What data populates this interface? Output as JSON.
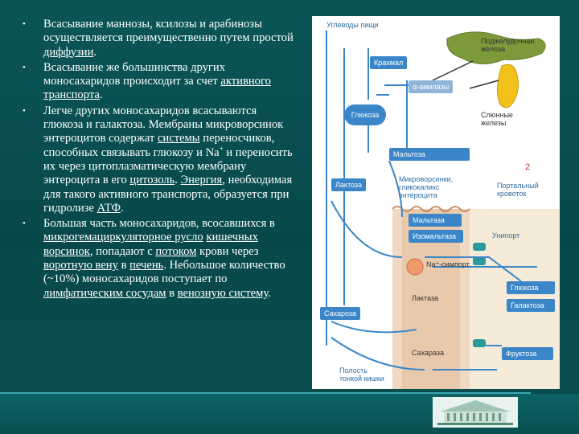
{
  "bullets": [
    {
      "parts": [
        {
          "text": "Всасывание маннозы, ксилозы и арабинозы осуществляется преимущественно путем простой ",
          "link": false
        },
        {
          "text": "диффузии",
          "link": true
        },
        {
          "text": ".",
          "link": false
        }
      ]
    },
    {
      "parts": [
        {
          "text": "Всасывание же большинства других моносахаридов происходит за счет ",
          "link": false
        },
        {
          "text": "активного транспорта",
          "link": true
        },
        {
          "text": ".",
          "link": false
        }
      ]
    },
    {
      "parts": [
        {
          "text": "Легче других моносахаридов всасываются глюкоза и галактоза. Мембраны микроворсинок энтероцитов содержат ",
          "link": false
        },
        {
          "text": "системы",
          "link": true
        },
        {
          "text": " переносчиков, способных связывать глюкозу и Na",
          "link": false
        },
        {
          "text": "+",
          "sup": true
        },
        {
          "text": " и переносить их через цитоплазматическую мембрану энтероцита в его ",
          "link": false
        },
        {
          "text": "цитозоль",
          "link": true
        },
        {
          "text": ". ",
          "link": false
        },
        {
          "text": "Энергия",
          "link": true
        },
        {
          "text": ", необходимая для такого активного транспорта, образуется при гидролизе ",
          "link": false
        },
        {
          "text": "АТФ",
          "link": true
        },
        {
          "text": ".",
          "link": false
        }
      ]
    },
    {
      "parts": [
        {
          "text": "Большая часть моносахаридов, всосавшихся в ",
          "link": false
        },
        {
          "text": "микрогемациркуляторное русло",
          "link": true
        },
        {
          "text": " ",
          "link": false
        },
        {
          "text": "кишечных ворсинок",
          "link": true
        },
        {
          "text": ", попадают с ",
          "link": false
        },
        {
          "text": "потоком",
          "link": true
        },
        {
          "text": " крови через ",
          "link": false
        },
        {
          "text": "воротную вену",
          "link": true
        },
        {
          "text": " в ",
          "link": false
        },
        {
          "text": "печень",
          "link": true
        },
        {
          "text": ". Небольшое количество (~10%) моносахаридов поступает по ",
          "link": false
        },
        {
          "text": "лимфатическим сосудам",
          "link": true
        },
        {
          "text": " в ",
          "link": false
        },
        {
          "text": "венозную систему",
          "link": true
        },
        {
          "text": ".",
          "link": false
        }
      ]
    }
  ],
  "diagram": {
    "food_carbs": "Углеводы пищи",
    "pancreas": "Поджелудочная\nжелоза",
    "starch": "Крахмал",
    "amylase": "α-амилазы",
    "glucose_left": "Глюкоза",
    "salivary": "Слюнные\nжелезы",
    "maltose_top": "Мальтоза",
    "figure_number": "2",
    "lactose": "Лактоза",
    "microvilli": "Микроворсинки,\nгликокаликс\nэнтероцита",
    "portal": "Портальный\nкровоток",
    "maltase": "Мальтаза",
    "isomaltase": "Изомальтаза",
    "uniport": "Униnорт",
    "na_symport": "Na⁺-симпорт",
    "glucose_right": "Глюкоза",
    "galactose": "Галактоза",
    "lactase": "Лактаза",
    "sucrose": "Сахароза",
    "sucrase": "Сахараза",
    "fructose": "Фруктоза",
    "lumen": "Полость\nтонкой кишки"
  },
  "colors": {
    "background": "#0b5557",
    "text": "#ffffff",
    "diagram_blue": "#3a86c8"
  }
}
